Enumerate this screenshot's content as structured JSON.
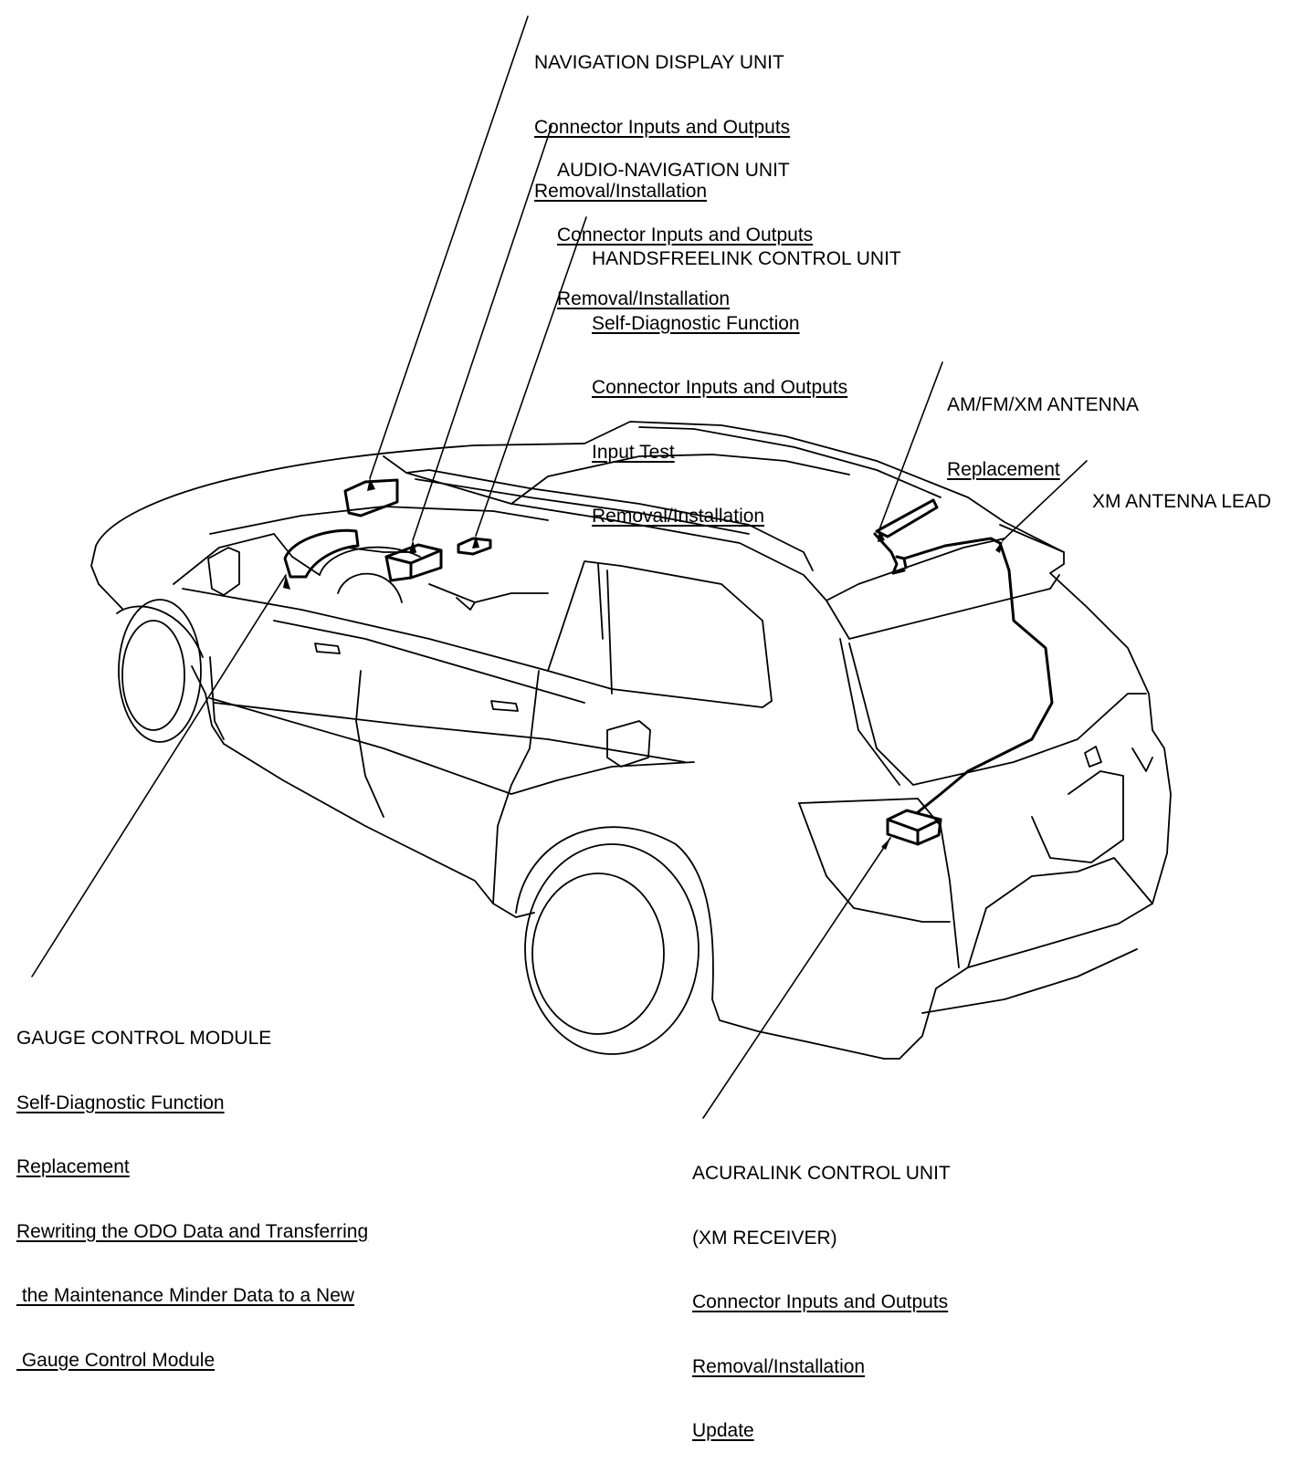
{
  "callouts": {
    "nav_display": {
      "title": "NAVIGATION DISPLAY UNIT",
      "links": [
        "Connector Inputs and Outputs",
        "Removal/Installation"
      ]
    },
    "audio_nav": {
      "title": "AUDIO-NAVIGATION UNIT",
      "links": [
        "Connector Inputs and Outputs",
        "Removal/Installation"
      ]
    },
    "handsfreelink": {
      "title": "HANDSFREELINK CONTROL UNIT",
      "links": [
        "Self-Diagnostic Function",
        "Connector Inputs and Outputs",
        "Input Test",
        "Removal/Installation"
      ]
    },
    "antenna": {
      "title": "AM/FM/XM ANTENNA",
      "links": [
        "Replacement"
      ]
    },
    "xm_lead": {
      "title": "XM ANTENNA LEAD"
    },
    "gauge": {
      "title": "GAUGE CONTROL MODULE",
      "links": [
        "Self-Diagnostic Function",
        "Replacement",
        "Rewriting the ODO Data and Transferring",
        " the Maintenance Minder Data to a New",
        " Gauge Control Module"
      ]
    },
    "acuralink": {
      "title": "ACURALINK CONTROL UNIT",
      "subtitle": "(XM RECEIVER)",
      "links": [
        "Connector Inputs and Outputs",
        "Removal/Installation",
        "Update"
      ]
    }
  }
}
